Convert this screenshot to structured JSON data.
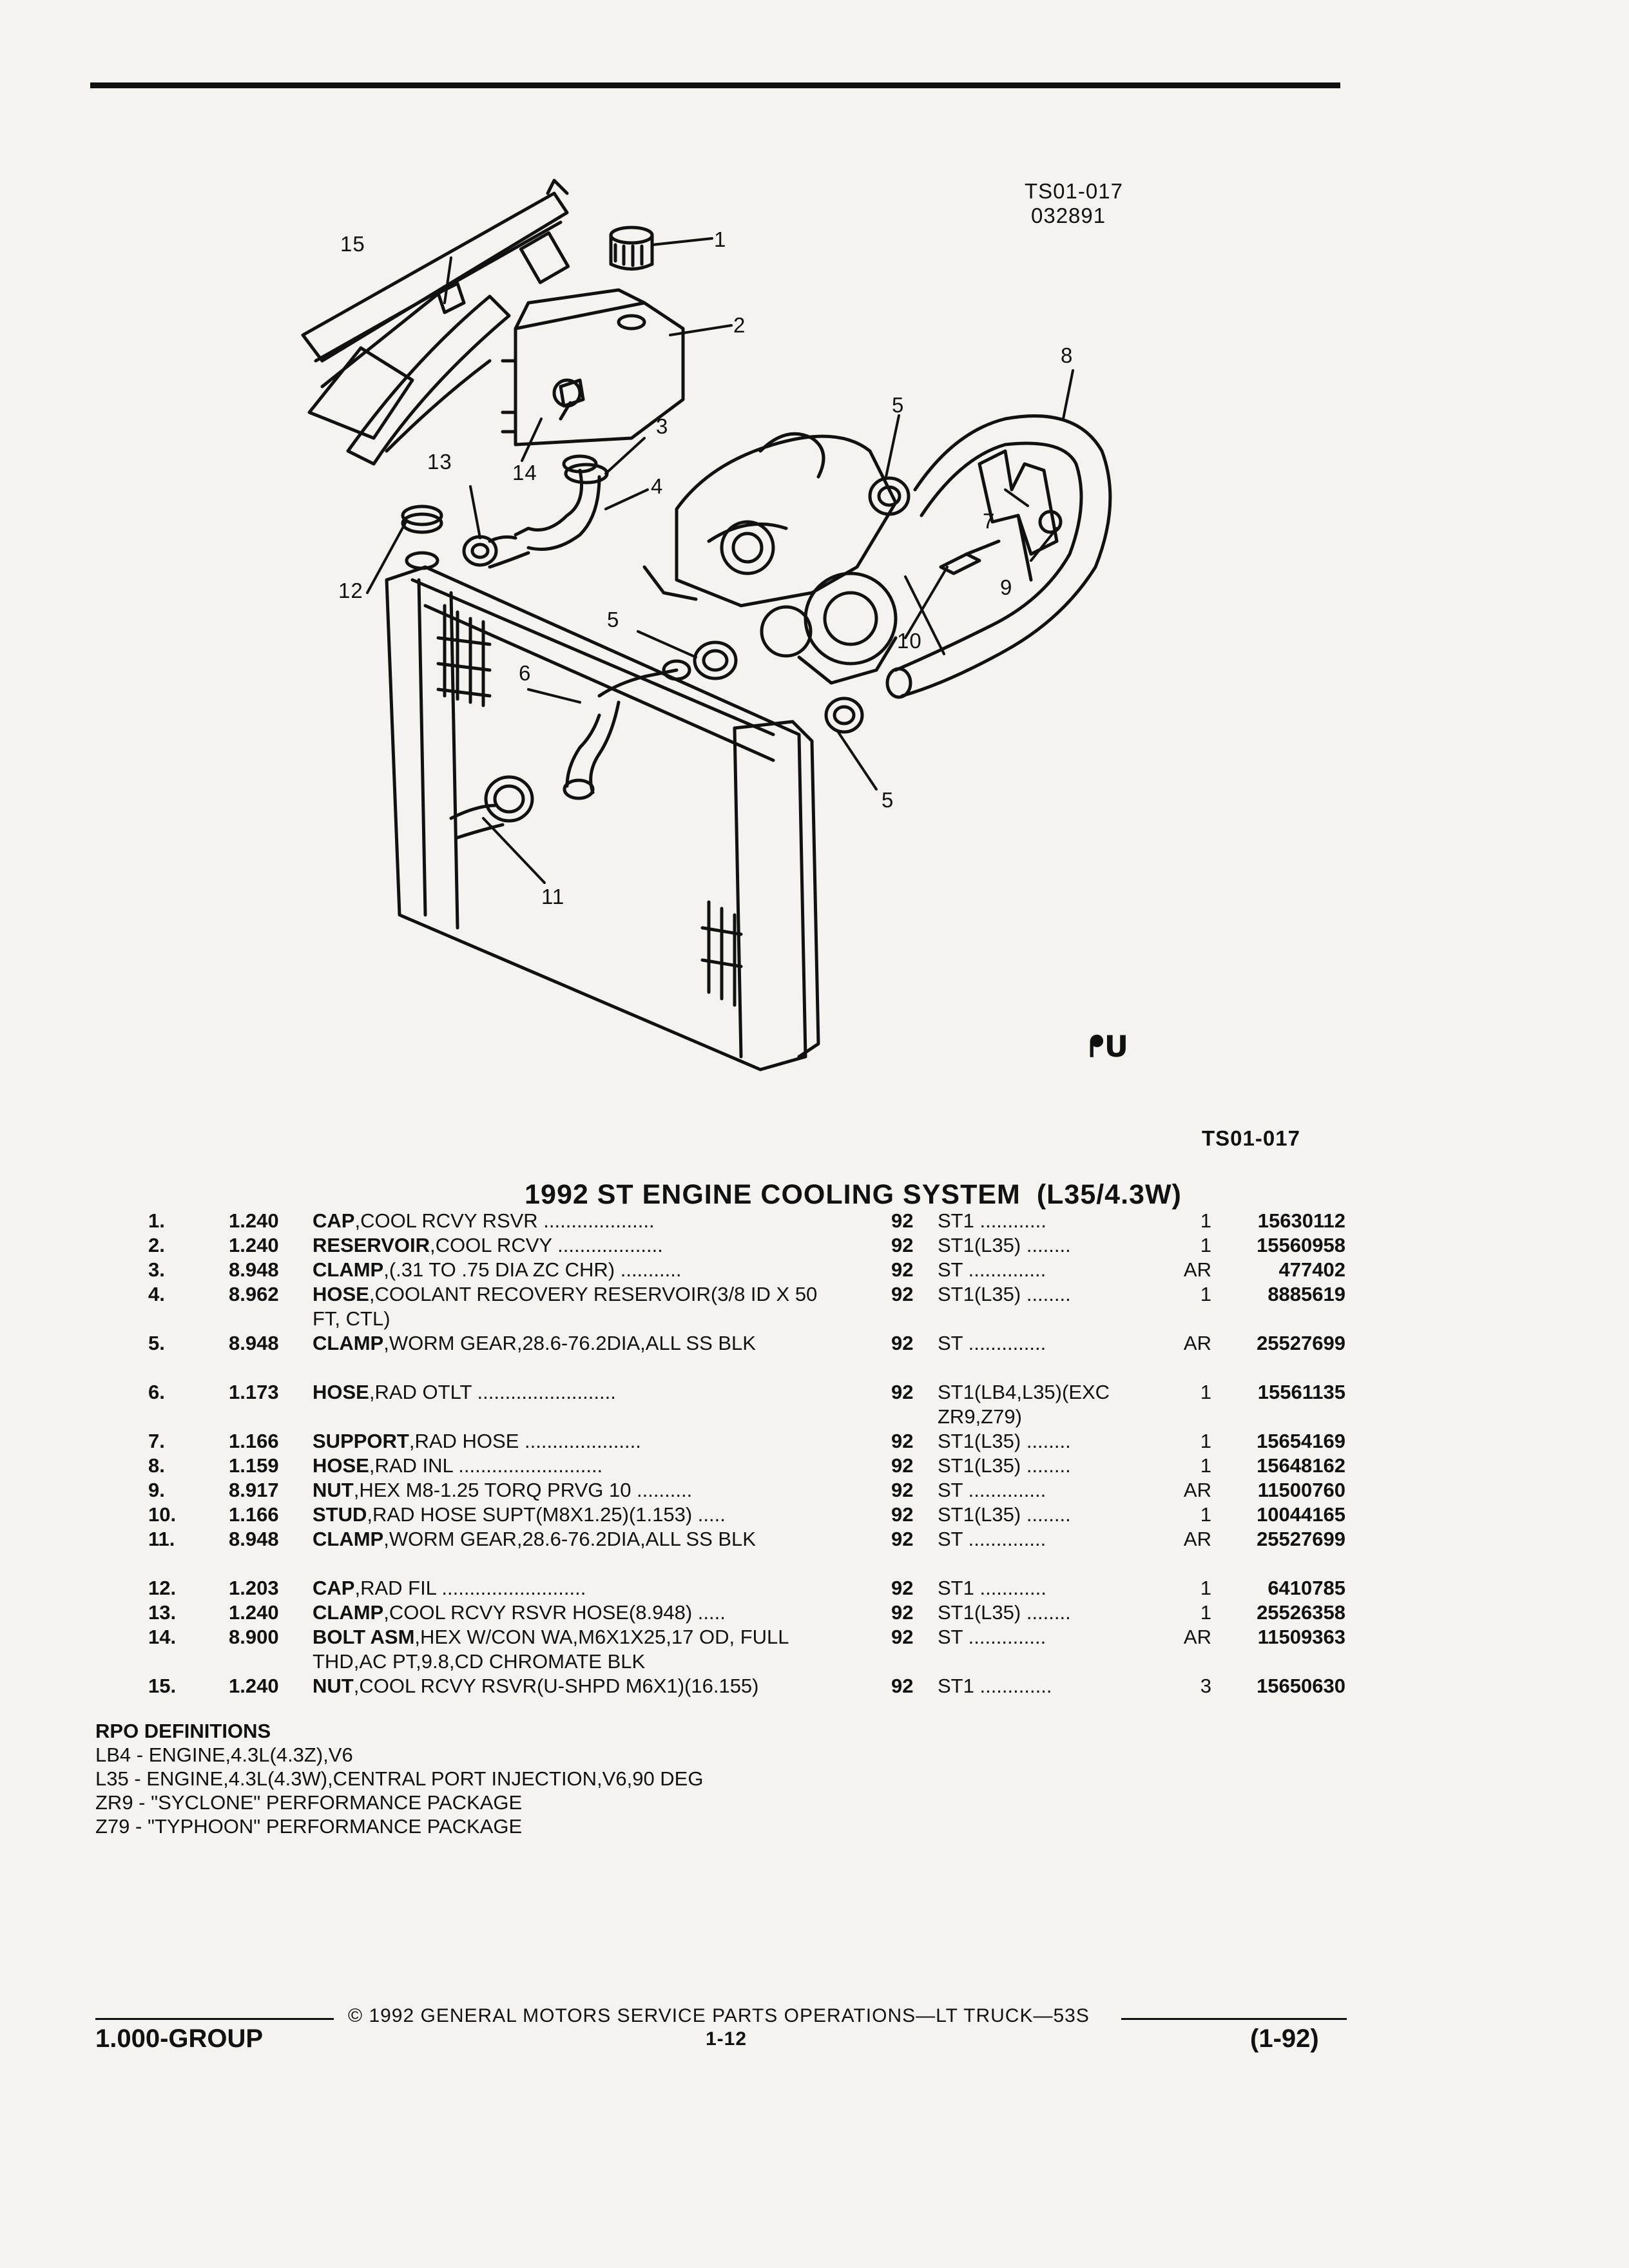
{
  "header": {
    "figure_id": "TS01-017",
    "figure_date": "032891",
    "figure_ref": "TS01-017"
  },
  "callouts": [
    {
      "n": "1"
    },
    {
      "n": "2"
    },
    {
      "n": "3"
    },
    {
      "n": "4"
    },
    {
      "n": "5"
    },
    {
      "n": "6"
    },
    {
      "n": "7"
    },
    {
      "n": "8"
    },
    {
      "n": "9"
    },
    {
      "n": "10"
    },
    {
      "n": "11"
    },
    {
      "n": "12"
    },
    {
      "n": "13"
    },
    {
      "n": "14"
    },
    {
      "n": "15"
    },
    {
      "n": "5"
    },
    {
      "n": "5"
    }
  ],
  "title": {
    "main": "1992 ST ENGINE COOLING SYSTEM",
    "engine": "(L35/4.3W)"
  },
  "parts": [
    {
      "no": "1.",
      "grp": "1.240",
      "name": "CAP",
      "desc": ",COOL RCVY RSVR ....................",
      "yr": "92",
      "series": "ST1 ............",
      "qty": "1",
      "part": "15630112"
    },
    {
      "no": "2.",
      "grp": "1.240",
      "name": "RESERVOIR",
      "desc": ",COOL RCVY ...................",
      "yr": "92",
      "series": "ST1(L35) ........",
      "qty": "1",
      "part": "15560958"
    },
    {
      "no": "3.",
      "grp": "8.948",
      "name": "CLAMP",
      "desc": ",(.31 TO .75 DIA ZC CHR) ...........",
      "yr": "92",
      "series": "ST ..............",
      "qty": "AR",
      "part": "477402"
    },
    {
      "no": "4.",
      "grp": "8.962",
      "name": "HOSE",
      "desc": ",COOLANT RECOVERY RESERVOIR(3/8 ID X 50 FT, CTL)",
      "yr": "92",
      "series": "ST1(L35) ........",
      "qty": "1",
      "part": "8885619"
    },
    {
      "no": "5.",
      "grp": "8.948",
      "name": "CLAMP",
      "desc": ",WORM GEAR,28.6-76.2DIA,ALL SS BLK",
      "yr": "92",
      "series": "ST ..............",
      "qty": "AR",
      "part": "25527699"
    },
    {
      "no": "6.",
      "grp": "1.173",
      "name": "HOSE",
      "desc": ",RAD OTLT .........................",
      "yr": "92",
      "series": "ST1(LB4,L35)(EXC ZR9,Z79)",
      "qty": "1",
      "part": "15561135"
    },
    {
      "no": "7.",
      "grp": "1.166",
      "name": "SUPPORT",
      "desc": ",RAD HOSE .....................",
      "yr": "92",
      "series": "ST1(L35) ........",
      "qty": "1",
      "part": "15654169"
    },
    {
      "no": "8.",
      "grp": "1.159",
      "name": "HOSE",
      "desc": ",RAD INL ..........................",
      "yr": "92",
      "series": "ST1(L35) ........",
      "qty": "1",
      "part": "15648162"
    },
    {
      "no": "9.",
      "grp": "8.917",
      "name": "NUT",
      "desc": ",HEX M8-1.25 TORQ PRVG 10 ..........",
      "yr": "92",
      "series": "ST ..............",
      "qty": "AR",
      "part": "11500760"
    },
    {
      "no": "10.",
      "grp": "1.166",
      "name": "STUD",
      "desc": ",RAD HOSE SUPT(M8X1.25)(1.153) .....",
      "yr": "92",
      "series": "ST1(L35) ........",
      "qty": "1",
      "part": "10044165"
    },
    {
      "no": "11.",
      "grp": "8.948",
      "name": "CLAMP",
      "desc": ",WORM GEAR,28.6-76.2DIA,ALL SS BLK",
      "yr": "92",
      "series": "ST ..............",
      "qty": "AR",
      "part": "25527699"
    },
    {
      "no": "12.",
      "grp": "1.203",
      "name": "CAP",
      "desc": ",RAD FIL ..........................",
      "yr": "92",
      "series": "ST1 ............",
      "qty": "1",
      "part": "6410785"
    },
    {
      "no": "13.",
      "grp": "1.240",
      "name": "CLAMP",
      "desc": ",COOL RCVY RSVR HOSE(8.948) .....",
      "yr": "92",
      "series": "ST1(L35) ........",
      "qty": "1",
      "part": "25526358"
    },
    {
      "no": "14.",
      "grp": "8.900",
      "name": "BOLT ASM",
      "desc": ",HEX W/CON WA,M6X1X25,17 OD, FULL THD,AC PT,9.8,CD CHROMATE BLK",
      "yr": "92",
      "series": "ST ..............",
      "qty": "AR",
      "part": "11509363"
    },
    {
      "no": "15.",
      "grp": "1.240",
      "name": "NUT",
      "desc": ",COOL RCVY RSVR(U-SHPD M6X1)(16.155)",
      "yr": "92",
      "series": "ST1 .............",
      "qty": "3",
      "part": "15650630"
    }
  ],
  "rpo": {
    "heading": "RPO DEFINITIONS",
    "lines": [
      "LB4 - ENGINE,4.3L(4.3Z),V6",
      "L35 - ENGINE,4.3L(4.3W),CENTRAL PORT INJECTION,V6,90 DEG",
      "ZR9 - \"SYCLONE\" PERFORMANCE PACKAGE",
      "Z79 - \"TYPHOON\" PERFORMANCE PACKAGE"
    ]
  },
  "footer": {
    "copyright": "© 1992 GENERAL MOTORS SERVICE PARTS OPERATIONS—LT TRUCK—53S",
    "group": "1.000-GROUP",
    "page": "1-12",
    "rev": "(1-92)"
  }
}
